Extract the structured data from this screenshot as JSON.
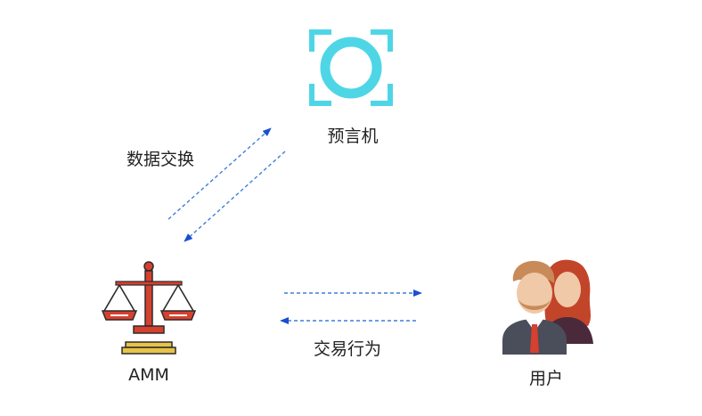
{
  "nodes": {
    "oracle": {
      "label": "预言机",
      "icon": "oracle-scan-icon"
    },
    "amm": {
      "label": "AMM",
      "icon": "balance-scale-icon"
    },
    "users": {
      "label": "用户",
      "icon": "users-icon"
    }
  },
  "edges": {
    "data_exchange": {
      "label": "数据交换",
      "from": "amm",
      "to": "oracle",
      "bidirectional": true
    },
    "trade_behavior": {
      "label": "交易行为",
      "from": "amm",
      "to": "users",
      "bidirectional": true
    }
  },
  "colors": {
    "oracle": "#4ed6e6",
    "arrow": "#3f7fd8",
    "arrowhead": "#1a4fd1",
    "scale_red": "#d6402e",
    "scale_gold": "#e8c34a",
    "scale_dark": "#2b2b2b",
    "user_hair_male": "#c98a5a",
    "user_hair_female": "#c2452a",
    "user_skin": "#f0c9a8",
    "user_suit": "#4a4d5a",
    "user_tie": "#d6402e"
  }
}
